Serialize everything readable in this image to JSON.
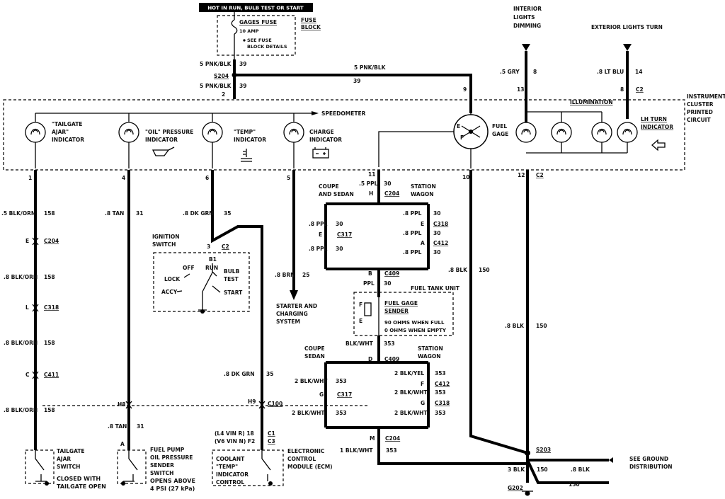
{
  "header": {
    "hot_label": "HOT IN RUN, BULB TEST OR START"
  },
  "fuse": {
    "name": "GAGES FUSE",
    "rating": "10 AMP",
    "see1": "SEE FUSE",
    "see2": "BLOCK DETAILS",
    "block1": "FUSE",
    "block2": "BLOCK"
  },
  "top_feed": {
    "wire": "5 PNK/BLK",
    "circuit": "39",
    "splice": "S204",
    "pin": "2",
    "run_wire": "5 PNK/BLK",
    "run_circuit": "39",
    "pin9": "9"
  },
  "dimming": {
    "title1": "INTERIOR",
    "title2": "LIGHTS",
    "title3": "DIMMING",
    "wire": ".5 GRY",
    "circuit": "8",
    "pin": "13"
  },
  "turn": {
    "title": "EXTERIOR LIGHTS TURN",
    "wire": ".8 LT BLU",
    "circuit": "14",
    "pin": "8",
    "conn": "C2"
  },
  "cluster": {
    "label1": "INSTRUMENT",
    "label2": "CLUSTER",
    "label3": "PRINTED",
    "label4": "CIRCUIT",
    "speedometer": "SPEEDOMETER",
    "illumination": "ILLUMINATION"
  },
  "indicators": [
    {
      "l1": "\"TAILGATE",
      "l2": "AJAR\"",
      "l3": "INDICATOR"
    },
    {
      "l1": "\"OIL\" PRESSURE",
      "l2": "INDICATOR",
      "l3": ""
    },
    {
      "l1": "\"TEMP\"",
      "l2": "INDICATOR",
      "l3": ""
    },
    {
      "l1": "CHARGE",
      "l2": "INDICATOR",
      "l3": ""
    },
    {
      "l1": "LH TURN",
      "l2": "INDICATOR",
      "l3": ""
    }
  ],
  "fuel_gage": {
    "l1": "FUEL",
    "l2": "GAGE",
    "e": "E",
    "f": "F"
  },
  "tailgate_col": {
    "pin": "1",
    "w1": ".5 BLK/ORN",
    "c1": "158",
    "conn1": "C204",
    "e": "E",
    "w2": ".8 BLK/ORN",
    "c2": "158",
    "conn2": "C318",
    "l": "L",
    "w3": ".8 BLK/ORN",
    "c3": "158",
    "conn3": "C411",
    "c": "C",
    "w4": ".8 BLK/ORN",
    "c4": "158",
    "switch1": "TAILGATE",
    "switch2": "AJAR",
    "switch3": "SWITCH",
    "note1": "CLOSED WITH",
    "note2": "TAILGATE OPEN"
  },
  "oil_col": {
    "pin": "4",
    "w1": ".8 TAN",
    "c1": "31",
    "h8": "H8",
    "w2": ".8 TAN",
    "c2": "31",
    "a": "A",
    "s1": "FUEL PUMP",
    "s2": "OIL PRESSURE",
    "s3": "SENDER",
    "s4": "SWITCH",
    "s5": "OPENS ABOVE",
    "s6": "4 PSI (27 kPa)"
  },
  "temp_col": {
    "pin": "6",
    "w1": ".8 DK GRN",
    "c1": "35",
    "w2": ".8 DK GRN",
    "c2": "35",
    "h9": "H9",
    "c100": "C100",
    "v1": "(L4 VIN R) 18",
    "v2": "(V6 VIN N) F2",
    "c1c": "C1",
    "c3c": "C3",
    "ecm1": "ELECTRONIC",
    "ecm2": "CONTROL",
    "ecm3": "MODULE (ECM)",
    "cool1": "COOLANT",
    "cool2": "\"TEMP\"",
    "cool3": "INDICATOR",
    "cool4": "CONTROL"
  },
  "ignition": {
    "title1": "IGNITION",
    "title2": "SWITCH",
    "pin3": "3",
    "c2": "C2",
    "b1": "B1",
    "off": "OFF",
    "run": "RUN",
    "lock": "LOCK",
    "accy": "ACCY",
    "bulb1": "BULB",
    "bulb2": "TEST",
    "start": "START"
  },
  "charge_col": {
    "pin": "5",
    "wire": ".8 BRN",
    "circuit": "25",
    "dest1": "STARTER AND",
    "dest2": "CHARGING",
    "dest3": "SYSTEM"
  },
  "fuel_col": {
    "pin": "11",
    "w1": ".5 PPL",
    "c1": "30",
    "h": "H",
    "conn1": "C204",
    "coupe1": "COUPE",
    "coupe2": "AND SEDAN",
    "wagon1": "STATION",
    "wagon2": "WAGON",
    "lw1": ".8 PPL",
    "lc1": "30",
    "le": "E",
    "lconn": "C317",
    "lw2": ".8 PPL",
    "lc2": "30",
    "rw1": ".8 PPL",
    "rc1": "30",
    "re": "E",
    "rconn1": "C318",
    "rw2": ".8 PPL",
    "rc2": "30",
    "ra": "A",
    "rconn2": "C412",
    "rw3": ".8 PPL",
    "rc3": "30",
    "b": "B",
    "conn409": "C409",
    "ppl": "PPL",
    "ppl_c": "30",
    "unit_title": "FUEL TANK UNIT",
    "sender1": "FUEL GAGE",
    "sender2": "SENDER",
    "ohm1": "90 OHMS WHEN FULL",
    "ohm2": "0 OHMS WHEN EMPTY",
    "uf": "F",
    "ue": "E",
    "blkwht": "BLK/WHT",
    "c353": "353",
    "d": "D",
    "conn409b": "C409",
    "coupe3": "COUPE",
    "coupe4": "SEDAN",
    "wagon3": "STATION",
    "wagon4": "WAGON",
    "lw3": "2 BLK/WHT",
    "lc3": "353",
    "lg": "G",
    "lconn2": "C317",
    "lw4": "2 BLK/WHT",
    "lc4": "353",
    "rw4": "2 BLK/YEL",
    "rc4": "353",
    "rf": "F",
    "rconn3": "C412",
    "rw5": "2 BLK/WHT",
    "rc5": "353",
    "rg": "G",
    "rconn4": "C318",
    "rw6": "2 BLK/WHT",
    "rc6": "353",
    "m": "M",
    "conn204": "C204",
    "bot_w": "1 BLK/WHT",
    "bot_c": "353"
  },
  "ground": {
    "pin10": "10",
    "w1": ".8 BLK",
    "c1": "150",
    "pin12": "12",
    "conn12": "C2",
    "w2": ".8 BLK",
    "c2": "150",
    "s203": "S203",
    "see1": "SEE GROUND",
    "see2": "DISTRIBUTION",
    "w3": "3 BLK",
    "c3": "150",
    "w4": ".8 BLK",
    "c4": "150",
    "g202": "G202"
  }
}
